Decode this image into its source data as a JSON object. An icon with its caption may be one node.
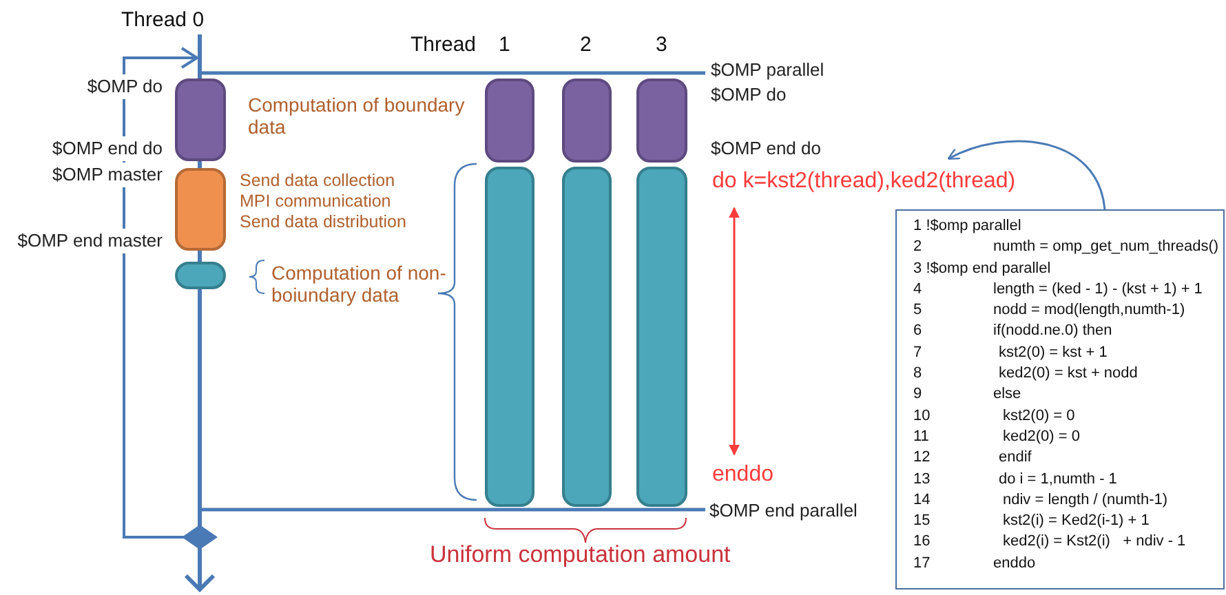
{
  "diagram": {
    "nodes": [
      {
        "text": [],
        "shape": "box",
        "beside": [
          "Computation of boundary data"
        ]
      },
      {
        "text": [],
        "shape": "box",
        "beside": [
          "Send data collection",
          "MPI communication",
          "Send data distribution"
        ]
      },
      {
        "text": [],
        "shape": "box",
        "beside": [
          "Computation of non-boiundary data"
        ]
      },
      {
        "text": [],
        "shape": "box"
      },
      {
        "text": [],
        "shape": "box"
      },
      {
        "text": [],
        "shape": "box"
      },
      {
        "text": [],
        "shape": "box"
      },
      {
        "text": [],
        "shape": "box"
      },
      {
        "text": [],
        "shape": "box"
      },
      {
        "text": [
          "do k=kst2(thread),ked2(thread)"
        ]
      },
      {
        "text": [
          "enddo"
        ]
      },
      {
        "text": [
          "1 !$omp parallel",
          "2 numth = omp_get_num_threads()",
          "3 !$omp end parallel",
          "4 length = (ked - 1) - (kst + 1) + 1",
          "5 nodd = mod(length,numth-1)",
          "6 if(nodd.ne.0) then",
          "7 kst2(0) = kst + 1",
          "8 ked2(0) = kst + nodd",
          "9 else",
          "10 kst2(0) = 0",
          "11 ked2(0) = 0",
          "12 endif",
          "13 do i = 1,numth - 1",
          "14 ndiv = length / (numth-1)",
          "15 kst2(i) = Ked2(i-1) + 1",
          "16 ked2(i) = Kst2(i)   + ndiv - 1",
          "17 enddo"
        ]
      }
    ],
    "edges": [
      {
        "from": 11,
        "to": 9,
        "arrow": "to"
      },
      {
        "from": 9,
        "to": 10,
        "arrow": "both",
        "color": "#ff3b3b"
      }
    ],
    "labels": [
      "Thread 0",
      "Thread",
      "1",
      "2",
      "3",
      "$OMP parallel",
      "$OMP do",
      "$OMP do",
      "$OMP end do",
      "$OMP end do",
      "$OMP master",
      "$OMP end master",
      "$OMP end parallel",
      "Uniform computation amount"
    ]
  }
}
